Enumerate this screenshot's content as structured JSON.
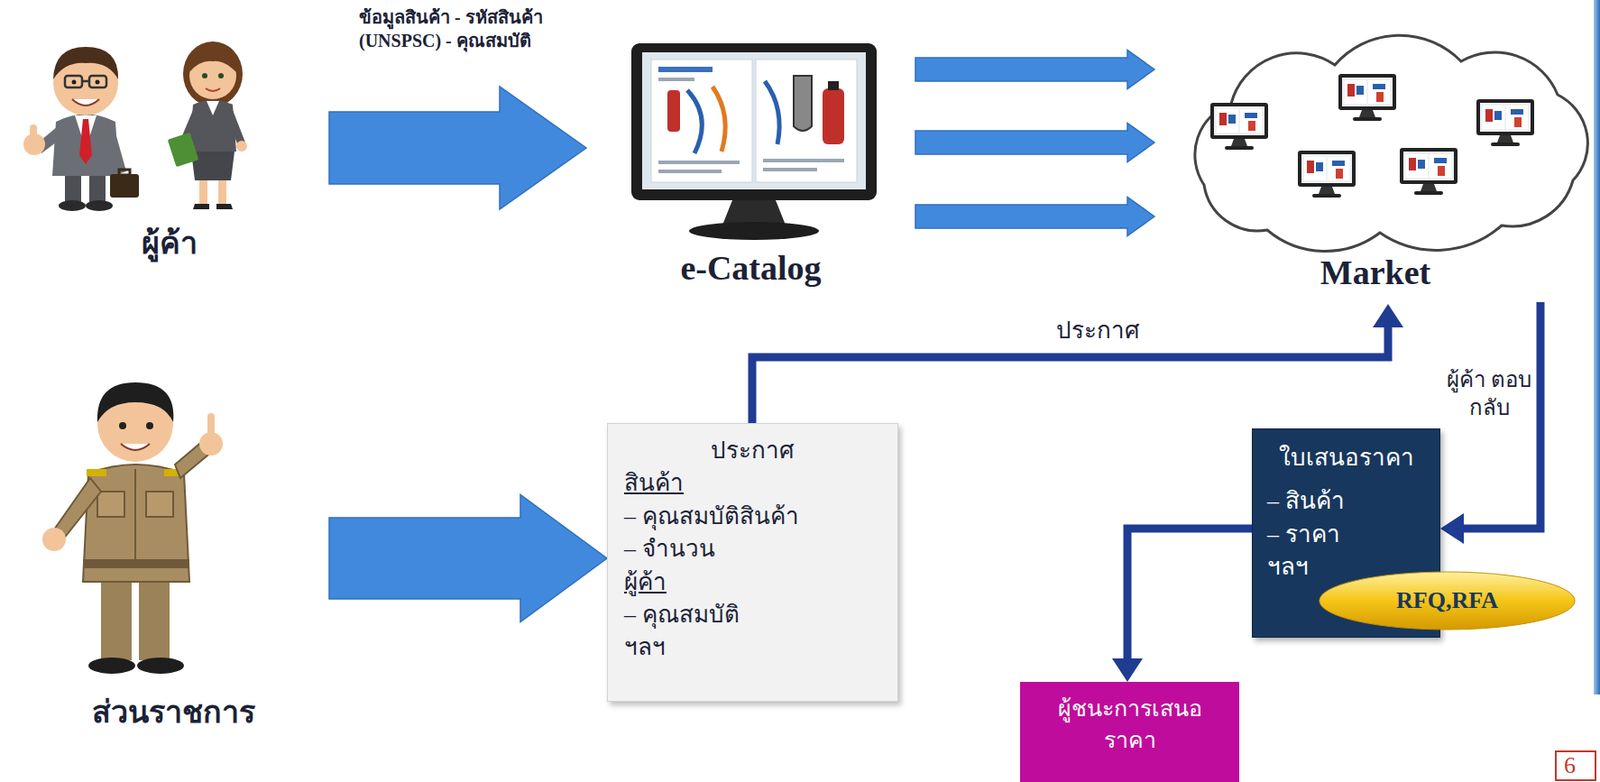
{
  "diagram": {
    "nodes": [
      {
        "text": [
          "ผู้ค้า"
        ]
      },
      {
        "text": [
          "e-Catalog"
        ]
      },
      {
        "text": [
          "Market"
        ]
      },
      {
        "text": [
          "ส่วนราชการ"
        ]
      },
      {
        "text": [
          "ประกาศ",
          "สินค้า",
          "– คุณสมบัติสินค้า",
          "– จำนวน",
          "ผู้ค้า",
          "– คุณสมบัติ",
          "ฯลฯ"
        ]
      },
      {
        "text": [
          "ใบเสนอราคา",
          "– สินค้า",
          "– ราคา",
          "ฯลฯ"
        ]
      },
      {
        "text": [
          "RFQ,RFA"
        ],
        "in": 5
      },
      {
        "text": [
          "ผู้ชนะการเสนอราคา"
        ]
      }
    ],
    "edges": [
      {
        "from": 0,
        "to": 1,
        "arrow": "to",
        "label": "ข้อมูลสินค้า - รหัสสินค้า (UNSPSC) - คุณสมบัติ"
      },
      {
        "from": 1,
        "to": 2,
        "arrow": "to"
      },
      {
        "from": 1,
        "to": 2,
        "arrow": "to"
      },
      {
        "from": 1,
        "to": 2,
        "arrow": "to"
      },
      {
        "from": 3,
        "to": 4,
        "arrow": "to"
      },
      {
        "from": 4,
        "to": 2,
        "arrow": "to",
        "label": "ประกาศ"
      },
      {
        "from": 2,
        "to": 5,
        "arrow": "to",
        "label": "ผู้ค้า ตอบกลับ"
      },
      {
        "from": 5,
        "to": 7,
        "arrow": "to"
      }
    ],
    "labels": [
      "6"
    ]
  }
}
